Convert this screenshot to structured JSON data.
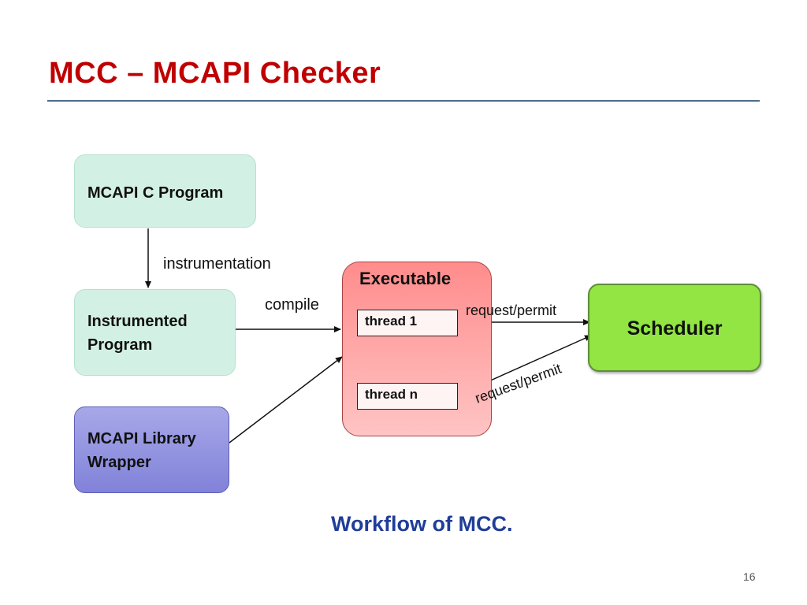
{
  "slide": {
    "title": "MCC – MCAPI Checker",
    "caption": "Workflow of MCC.",
    "page_number": "16"
  },
  "nodes": {
    "c_program": "MCAPI C Program",
    "instrumented": [
      "Instrumented",
      "Program"
    ],
    "library": [
      "MCAPI Library",
      "Wrapper"
    ],
    "executable": "Executable",
    "thread_1": "thread 1",
    "thread_n": "thread n",
    "scheduler": "Scheduler"
  },
  "edges": {
    "instrumentation": "instrumentation",
    "compile": "compile",
    "request_permit_1": "request/permit",
    "request_permit_2": "request/permit"
  },
  "colors": {
    "title": "#c00000",
    "caption": "#1f3d99",
    "program_box": "#d3f0e4",
    "library_box": "#8182d9",
    "executable_box": "#ff8c8c",
    "scheduler_box": "#92e542"
  }
}
